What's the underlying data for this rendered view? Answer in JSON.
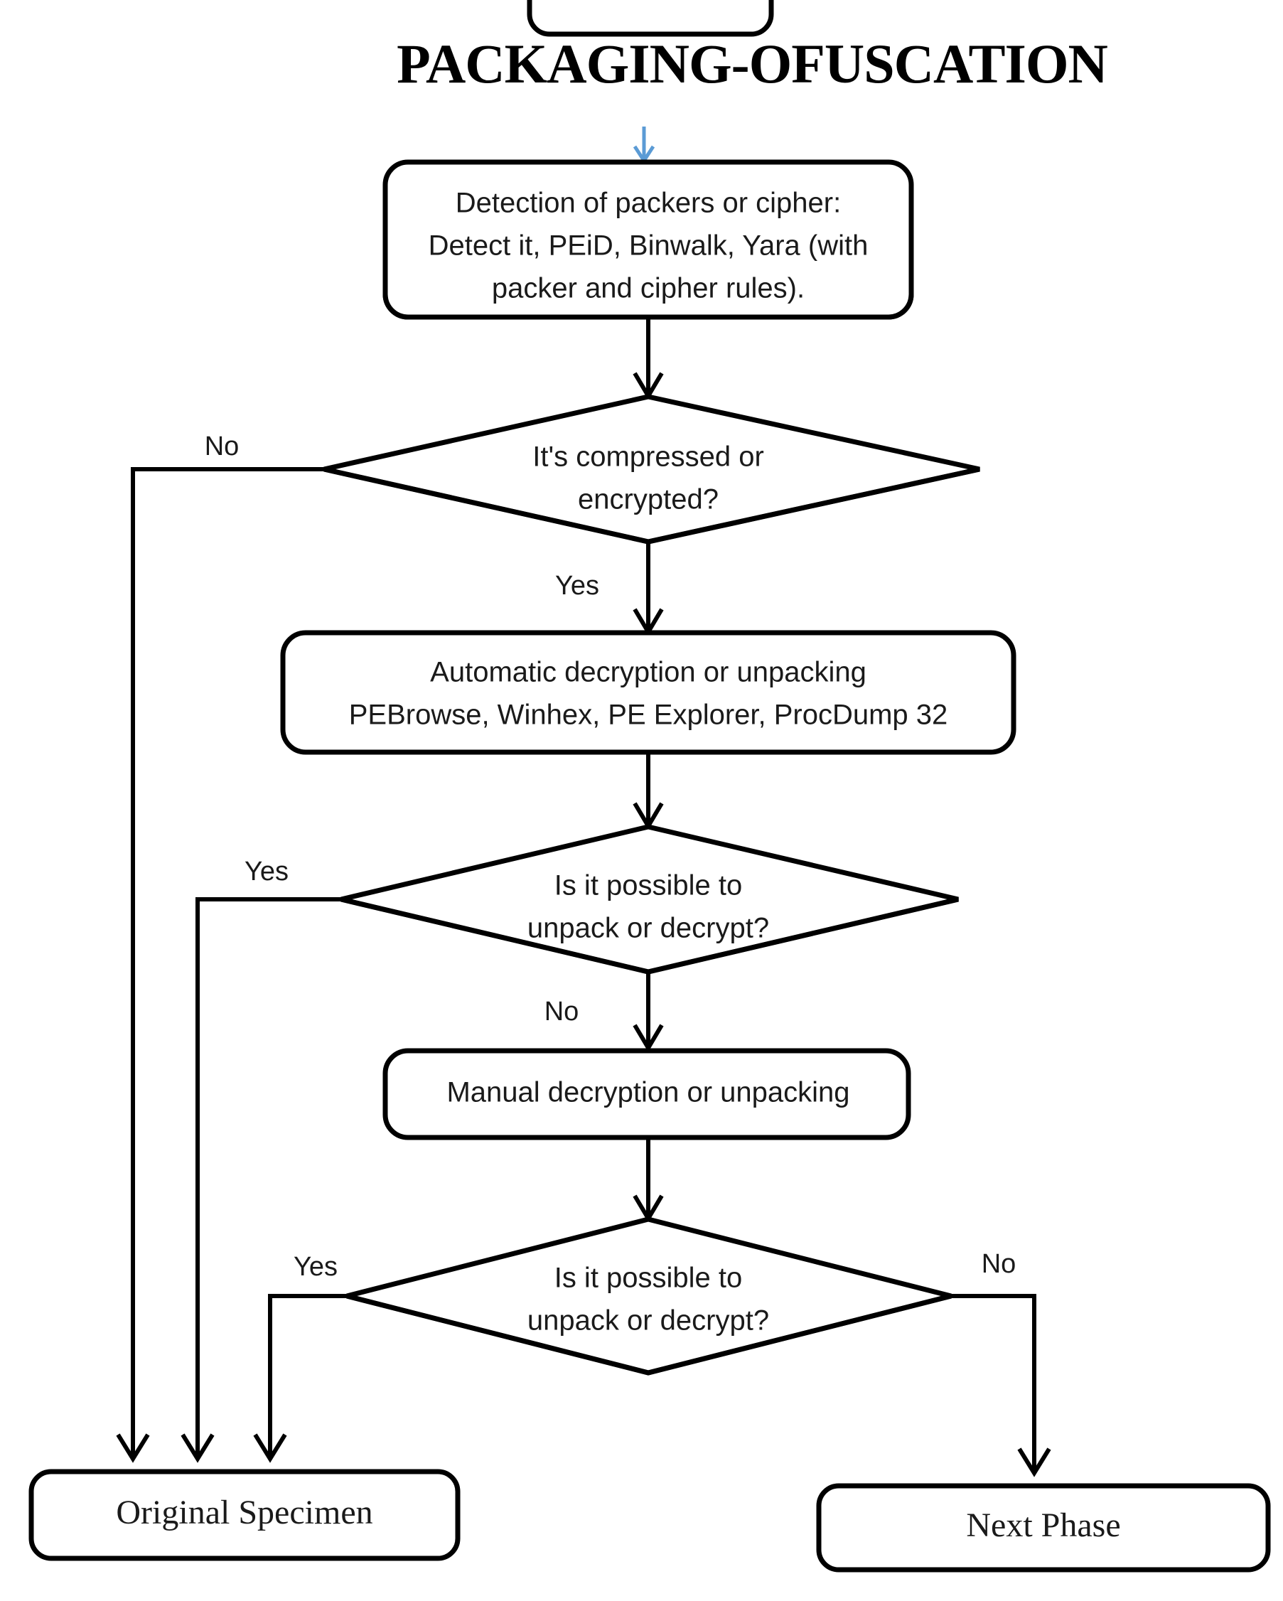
{
  "title": "PACKAGING-OFUSCATION",
  "colors": {
    "stroke": "#000000",
    "text": "#1a1a1a",
    "accent_arrow": "#5b9bd5",
    "background": "#ffffff"
  },
  "nodes": {
    "detection": {
      "type": "process",
      "lines": [
        "Detection of packers or cipher:",
        "Detect it, PEiD, Binwalk, Yara (with",
        "packer and cipher rules)."
      ]
    },
    "decision_compressed": {
      "type": "decision",
      "lines": [
        "It's compressed or",
        "encrypted?"
      ]
    },
    "auto_unpack": {
      "type": "process",
      "lines": [
        "Automatic decryption or unpacking",
        "PEBrowse, Winhex, PE Explorer, ProcDump 32"
      ]
    },
    "decision_possible_1": {
      "type": "decision",
      "lines": [
        "Is it possible to",
        "unpack or decrypt?"
      ]
    },
    "manual_unpack": {
      "type": "process",
      "lines": [
        "Manual decryption or unpacking"
      ]
    },
    "decision_possible_2": {
      "type": "decision",
      "lines": [
        "Is it possible to",
        "unpack or decrypt?"
      ]
    },
    "original_specimen": {
      "type": "terminator",
      "lines": [
        "Original Specimen"
      ]
    },
    "next_phase": {
      "type": "terminator",
      "lines": [
        "Next Phase"
      ]
    }
  },
  "edge_labels": {
    "compressed_no": "No",
    "compressed_yes": "Yes",
    "possible1_yes": "Yes",
    "possible1_no": "No",
    "possible2_yes": "Yes",
    "possible2_no": "No"
  }
}
